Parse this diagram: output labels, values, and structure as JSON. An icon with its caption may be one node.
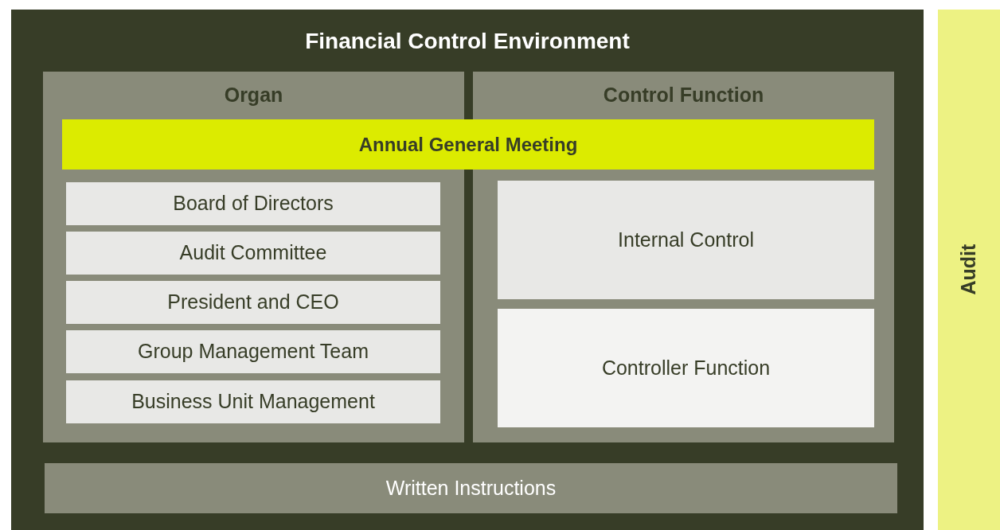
{
  "diagram": {
    "nodes": [
      {
        "text": [
          "Financial Control Environment"
        ]
      },
      {
        "text": [
          "Organ"
        ],
        "in": 0
      },
      {
        "text": [
          "Control Function"
        ],
        "in": 0
      },
      {
        "text": [
          "Annual General Meeting"
        ],
        "in": 0
      },
      {
        "text": [
          "Board of Directors"
        ],
        "in": 1
      },
      {
        "text": [
          "Audit Committee"
        ],
        "in": 1
      },
      {
        "text": [
          "President and CEO"
        ],
        "in": 1
      },
      {
        "text": [
          "Group Management Team"
        ],
        "in": 1
      },
      {
        "text": [
          "Business Unit Management"
        ],
        "in": 1
      },
      {
        "text": [
          "Internal Control"
        ],
        "in": 2
      },
      {
        "text": [
          "Controller Function"
        ],
        "in": 2
      },
      {
        "text": [
          "Written Instructions"
        ],
        "in": 0
      },
      {
        "text": [
          "Audit"
        ]
      }
    ]
  }
}
